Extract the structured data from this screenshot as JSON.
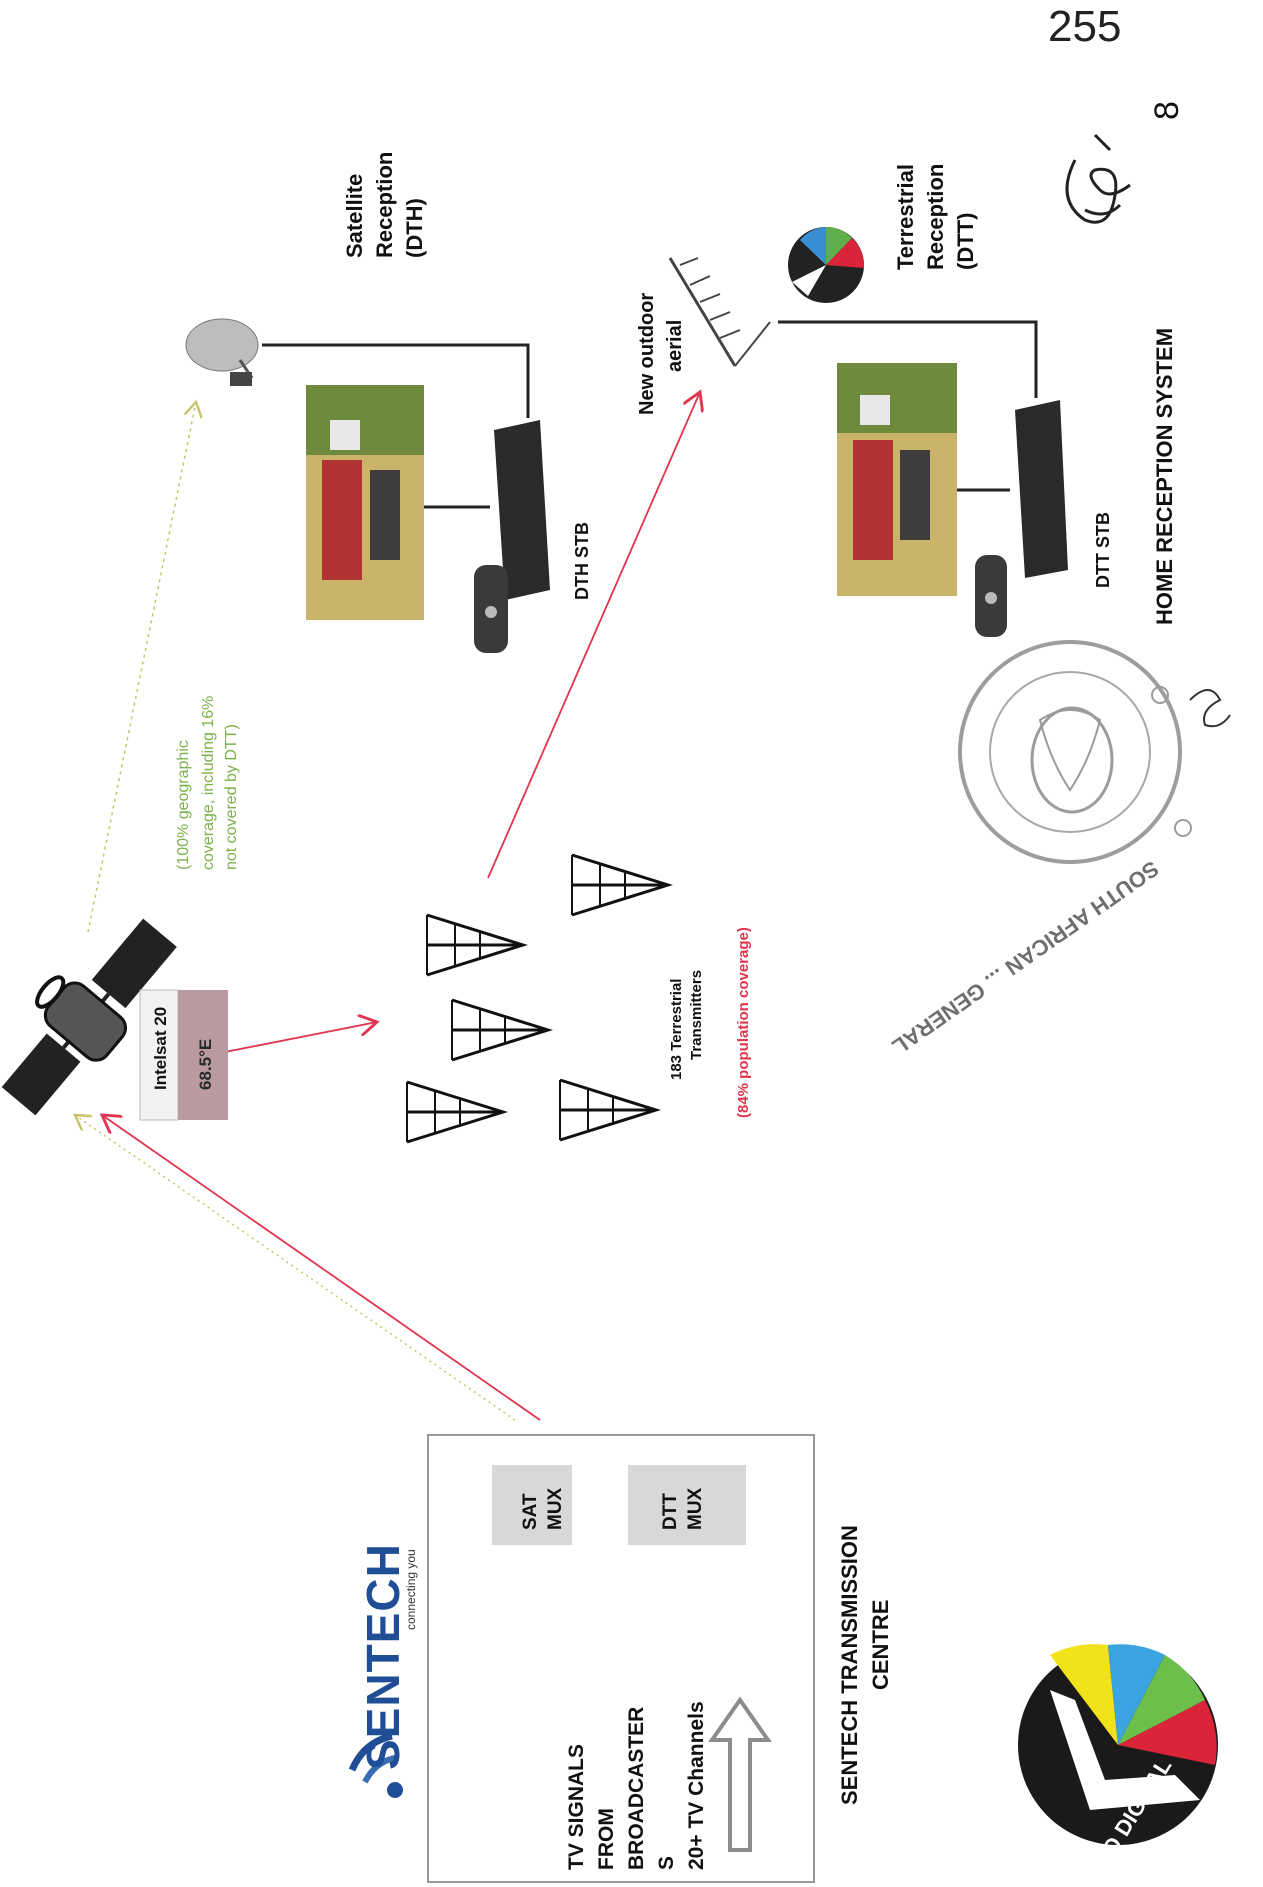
{
  "page_number": "255",
  "page_small_number": "8",
  "title": "HOME RECEPTION SYSTEM",
  "satellite": {
    "name": "Intelsat 20",
    "position": "68.5°E",
    "coverage_note": [
      "(100% geographic",
      "coverage, including 16%",
      "not covered by DTT)"
    ]
  },
  "satellite_reception": {
    "label": [
      "Satellite",
      "Reception",
      "(DTH)"
    ],
    "stb": "DTH STB"
  },
  "terrestrial": {
    "transmitters": [
      "183 Terrestrial",
      "Transmitters"
    ],
    "coverage": "(84% population coverage)",
    "aerial_label": [
      "New outdoor",
      "aerial"
    ],
    "reception_label": [
      "Terrestrial",
      "Reception",
      "(DTT)"
    ],
    "stb": "DTT STB"
  },
  "centre": {
    "title": [
      "SENTECH TRANSMISSION",
      "CENTRE"
    ],
    "brand": "SENTECH",
    "tagline": "connecting you",
    "signals": [
      "TV SIGNALS",
      "FROM",
      "BROADCASTER",
      "S",
      "20+ TV Channels"
    ],
    "mux": [
      [
        "SAT",
        "MUX"
      ],
      [
        "DTT",
        "MUX"
      ]
    ]
  },
  "logo_text": "GO DIGITAL",
  "stamp_text": "SOUTH AFRICAN ... GENERAL",
  "colors": {
    "satellite_link": "#c8c36a",
    "terrestrial_link": "#e0344f",
    "coverage_green": "#7bb24a",
    "coverage_red": "#e0344f"
  },
  "icons": [
    "satellite-icon",
    "satellite-dish-icon",
    "transmitter-tower-icon",
    "tv-icon",
    "set-top-box-icon",
    "remote-icon",
    "antenna-icon",
    "go-digital-logo",
    "official-stamp",
    "signature",
    "up-arrow-icon"
  ]
}
